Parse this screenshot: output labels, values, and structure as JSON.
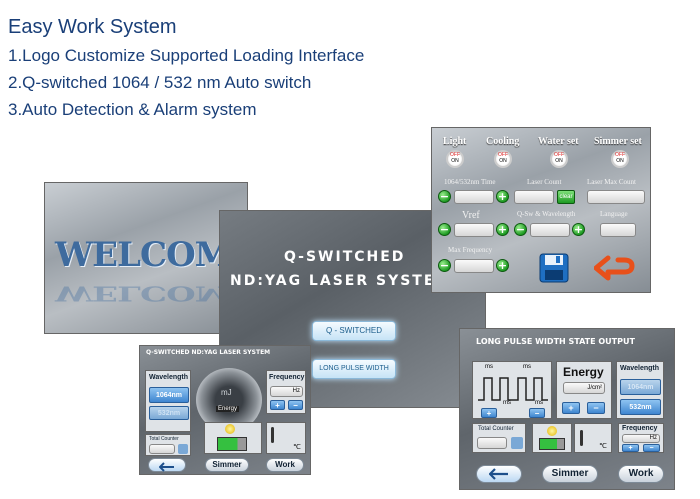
{
  "headings": {
    "title": "Easy Work System",
    "line1": "1.Logo Customize Supported Loading Interface",
    "line2": "2.Q-switched 1064 / 532 nm Auto switch",
    "line3": "3.Auto Detection  & Alarm system"
  },
  "welcome": {
    "text": "WELCOME"
  },
  "qsw": {
    "title1": "Q-SWITCHED",
    "title2": "ND:YAG LASER SYSTEM",
    "btn_qsw": "Q - SWITCHED",
    "btn_long": "LONG PULSE WIDTH"
  },
  "settings": {
    "light": "Light",
    "cooling": "Cooling",
    "water_set": "Water set",
    "simmer_set": "Simmer set",
    "off": "OFF",
    "on": "ON",
    "time_label": "1064/532nm Time",
    "laser_count": "Laser Count",
    "laser_max_count": "Laser Max Count",
    "clear": "clear",
    "vref": "Vref",
    "qsw_wavelength": "Q-Sw & Wavelength",
    "language": "Language",
    "max_frequency": "Max Frequency"
  },
  "small_ui": {
    "title": "Q-SWITCHED  ND:YAG LASER SYSTEM",
    "wavelength": "Wavelength",
    "wl1": "1064nm",
    "wl2": "532nm",
    "mj": "mJ",
    "energy": "Energy",
    "frequency": "Frequency",
    "hz": "Hz",
    "total_counter": "Total Counter",
    "celsius": "℃",
    "simmer": "Simmer",
    "work": "Work"
  },
  "long_ui": {
    "title": "LONG PULSE WIDTH STATE OUTPUT",
    "ms": "ms",
    "energy": "Energy",
    "jcm": "J/cm²",
    "wavelength": "Wavelength",
    "wl1": "1064nm",
    "wl2": "532nm",
    "total_counter": "Total Counter",
    "frequency": "Frequency",
    "hz": "Hz",
    "celsius": "℃",
    "simmer": "Simmer",
    "work": "Work"
  },
  "colors": {
    "heading": "#1a3f78",
    "accent_green": "#1d9a22",
    "accent_blue": "#3f86d0",
    "arrow_orange": "#e8501a"
  }
}
